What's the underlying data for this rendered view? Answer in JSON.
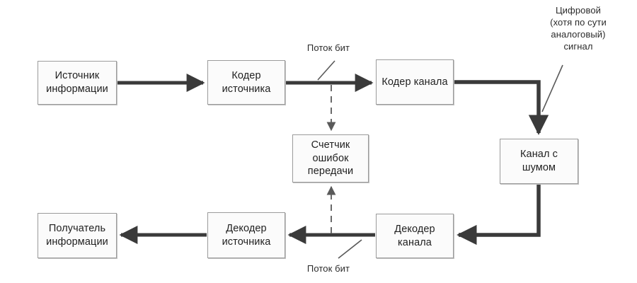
{
  "diagram": {
    "title": "Communication system block diagram",
    "colors": {
      "arrow": "#3a3a3a",
      "node_border": "#9b9b9b",
      "node_fill": "#fbfbfb",
      "text": "#1f1f1f",
      "background": "#ffffff"
    },
    "nodes": [
      {
        "id": "source",
        "label": "Источник\nинформации"
      },
      {
        "id": "source_enc",
        "label": "Кодер\nисточника"
      },
      {
        "id": "chan_enc",
        "label": "Кодер канала"
      },
      {
        "id": "noisy_chan",
        "label": "Канал с\nшумом"
      },
      {
        "id": "err_count",
        "label": "Счетчик\nошибок\nпередачи"
      },
      {
        "id": "chan_dec",
        "label": "Декодер\nканала"
      },
      {
        "id": "source_dec",
        "label": "Декодер\nисточника"
      },
      {
        "id": "receiver",
        "label": "Получатель\nинформации"
      }
    ],
    "annotations": [
      {
        "id": "bitstream_top",
        "label": "Поток бит"
      },
      {
        "id": "digital_signal",
        "label": "Цифровой\n(хотя по сути\nаналоговый)\nсигнал"
      },
      {
        "id": "bitstream_bottom",
        "label": "Поток бит"
      }
    ]
  }
}
